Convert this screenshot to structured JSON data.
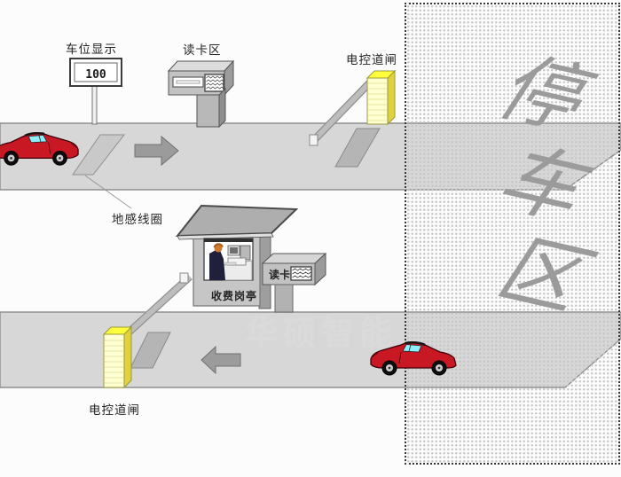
{
  "labels": {
    "parking_display": "车位显示",
    "display_value": "100",
    "card_reader_area": "读卡区",
    "barrier_gate_top": "电控道闸",
    "ground_coil": "地感线圈",
    "toll_booth": "收费岗亭",
    "card_reader_small": "读卡",
    "barrier_gate_bottom": "电控道闸",
    "watermark": "华硕智能"
  },
  "parking_zone": {
    "text": "停车区",
    "chars": [
      "停",
      "车",
      "区"
    ]
  },
  "colors": {
    "road": "#d7d7d7",
    "road_border": "#8f8f8f",
    "barrier_front": "#ffffd2",
    "barrier_top": "#ffff3c",
    "barrier_side": "#e0d13e",
    "car_red": "#c81824",
    "window_cyan": "#8feefb",
    "arrow_gray": "#9b9b9b",
    "watermark_gray": "#dadada",
    "zone_text_gray": "#9b9b9b",
    "booth_gray": "#c6c6c6",
    "roof_gray": "#aeaeae"
  }
}
